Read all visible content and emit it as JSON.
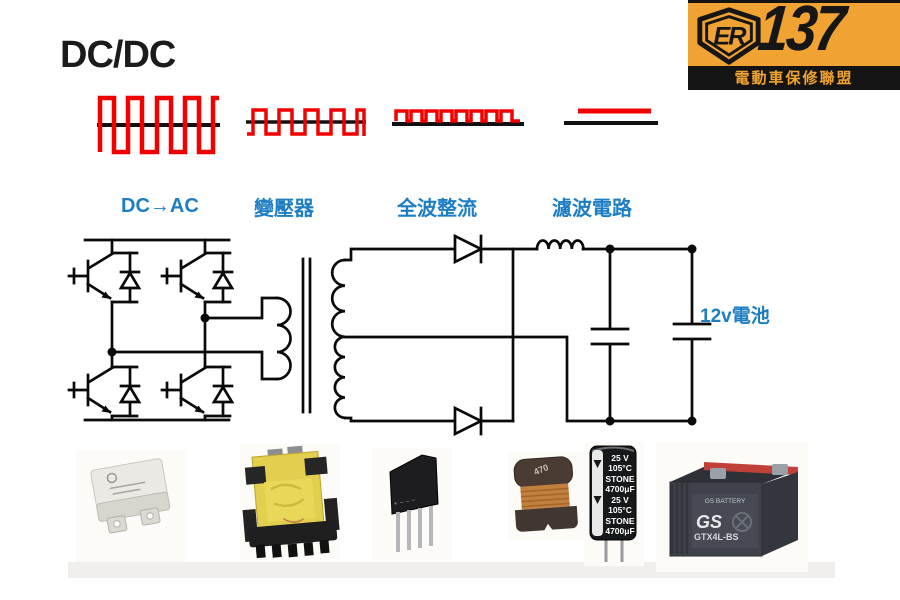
{
  "slide": {
    "title": "DC/DC"
  },
  "logo": {
    "monogram": "ER",
    "number": "137",
    "banner": "電動車保修聯盟",
    "bg_color": "#F0A232",
    "ink_color": "#161616"
  },
  "stage_labels": [
    {
      "label": "DC→AC"
    },
    {
      "label": "變壓器"
    },
    {
      "label": "全波整流"
    },
    {
      "label": "濾波電路"
    }
  ],
  "battery_label": "12v電池",
  "colors": {
    "accent_blue": "#1E7EC3",
    "waveform_red": "#F20000",
    "schematic_black": "#0A0A0A"
  },
  "waveforms": [
    {
      "name": "bipolar-square-wave"
    },
    {
      "name": "lower-amplitude-square-wave"
    },
    {
      "name": "rectified-pulse-train"
    },
    {
      "name": "smooth-dc-line"
    }
  ],
  "components": {
    "film_capacitor": {
      "name": "film-capacitor"
    },
    "transformer": {
      "name": "high-frequency-transformer"
    },
    "bridge_rectifier": {
      "name": "bridge-rectifier",
      "marking": "+ ~ ~ −"
    },
    "inductor": {
      "name": "power-inductor",
      "marking": "470"
    },
    "electrolytic_capacitor": {
      "name": "electrolytic-capacitor",
      "lines": [
        "25 V",
        "105°C",
        "STONE",
        "4700μF",
        "25 V",
        "105°C",
        "STONE",
        "4700μF"
      ]
    },
    "battery": {
      "name": "battery",
      "brand": "GS",
      "model": "GTX4L-BS",
      "caption": "GS BATTERY"
    }
  }
}
